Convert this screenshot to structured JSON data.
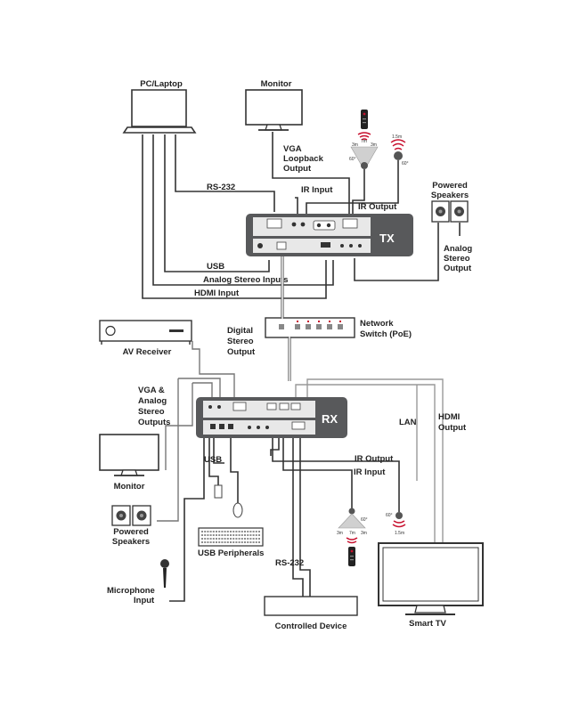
{
  "labels": {
    "pc_laptop": "PC/Laptop",
    "monitor_top": "Monitor",
    "vga_loopback_1": "VGA",
    "vga_loopback_2": "Loopback",
    "vga_loopback_3": "Output",
    "rs232_tx": "RS-232",
    "ir_input_tx": "IR Input",
    "ir_output_tx": "IR Output",
    "powered_speakers_top_1": "Powered",
    "powered_speakers_top_2": "Speakers",
    "analog_stereo_output_1": "Analog",
    "analog_stereo_output_2": "Stereo",
    "analog_stereo_output_3": "Output",
    "usb_tx": "USB",
    "analog_stereo_inputs": "Analog Stereo Inputs",
    "hdmi_input": "HDMI Input",
    "tx_unit": "TX",
    "network_switch_1": "Network",
    "network_switch_2": "Switch (PoE)",
    "av_receiver": "AV Receiver",
    "digital_stereo_output_1": "Digital",
    "digital_stereo_output_2": "Stereo",
    "digital_stereo_output_3": "Output",
    "vga_analog_outputs_1": "VGA &",
    "vga_analog_outputs_2": "Analog",
    "vga_analog_outputs_3": "Stereo",
    "vga_analog_outputs_4": "Outputs",
    "rx_unit": "RX",
    "lan": "LAN",
    "hdmi_output_1": "HDMI",
    "hdmi_output_2": "Output",
    "usb_rx": "USB",
    "monitor_bottom": "Monitor",
    "ir_output_rx": "IR Output",
    "ir_input_rx": "IR Input",
    "powered_speakers_bottom_1": "Powered",
    "powered_speakers_bottom_2": "Speakers",
    "usb_peripherals": "USB Peripherals",
    "rs232_rx": "RS-232",
    "microphone_input_1": "Microphone",
    "microphone_input_2": "Input",
    "controlled_device": "Controlled Device",
    "smart_tv": "Smart TV"
  },
  "ir_ranges": {
    "tx_remote_left": "3m",
    "tx_remote_center": "7m",
    "tx_remote_right": "3m",
    "tx_angle": "60°",
    "tx_emitter_range": "1.5m",
    "tx_emitter_angle": "60°",
    "rx_remote_left": "3m",
    "rx_remote_center": "7m",
    "rx_remote_right": "3m",
    "rx_angle": "60°",
    "rx_emitter_range": "1.5m",
    "rx_emitter_angle": "60°"
  },
  "colors": {
    "unit_body": "#58595b",
    "unit_panel": "#e8e8e8",
    "accent_red": "#c8102e",
    "wire": "#333333"
  },
  "icons": {
    "laptop": "laptop-icon",
    "monitor": "monitor-icon",
    "speaker": "speaker-icon",
    "remote": "remote-control-icon",
    "ir_receiver": "ir-receiver-icon",
    "ir_emitter": "ir-emitter-icon",
    "receiver": "av-receiver-icon",
    "network_switch": "network-switch-icon",
    "keyboard": "keyboard-icon",
    "mouse": "mouse-icon",
    "usb_plug": "usb-plug-icon",
    "microphone": "microphone-icon",
    "tv": "smart-tv-icon"
  }
}
